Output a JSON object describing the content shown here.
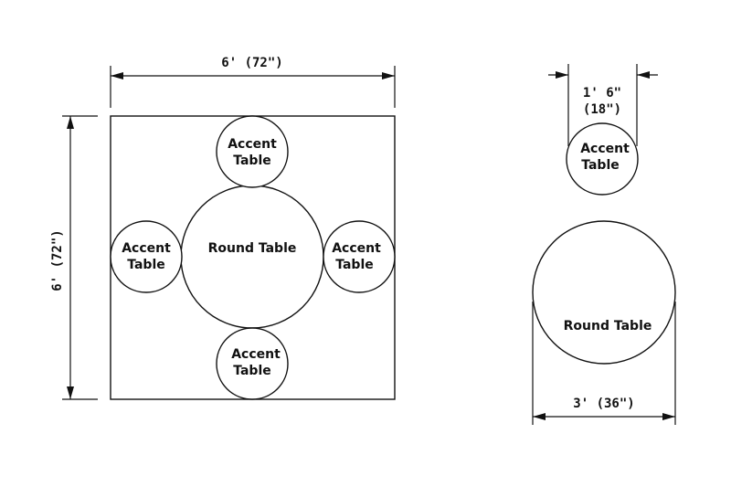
{
  "layout_plan": {
    "overall_width_label": "6' (72\")",
    "overall_height_label": "6' (72\")",
    "round_table": {
      "label": "Round Table"
    },
    "accent_tables": [
      {
        "position": "top",
        "line1": "Accent",
        "line2": "Table"
      },
      {
        "position": "left",
        "line1": "Accent",
        "line2": "Table"
      },
      {
        "position": "right",
        "line1": "Accent",
        "line2": "Table"
      },
      {
        "position": "bottom",
        "line1": "Accent",
        "line2": "Table"
      }
    ]
  },
  "accent_detail": {
    "diameter_line1": "1' 6\"",
    "diameter_line2": "(18\")",
    "line1": "Accent",
    "line2": "Table"
  },
  "round_detail": {
    "label": "Round Table",
    "diameter_label": "3' (36\")"
  },
  "colors": {
    "ink": "#111111",
    "background": "#ffffff"
  }
}
